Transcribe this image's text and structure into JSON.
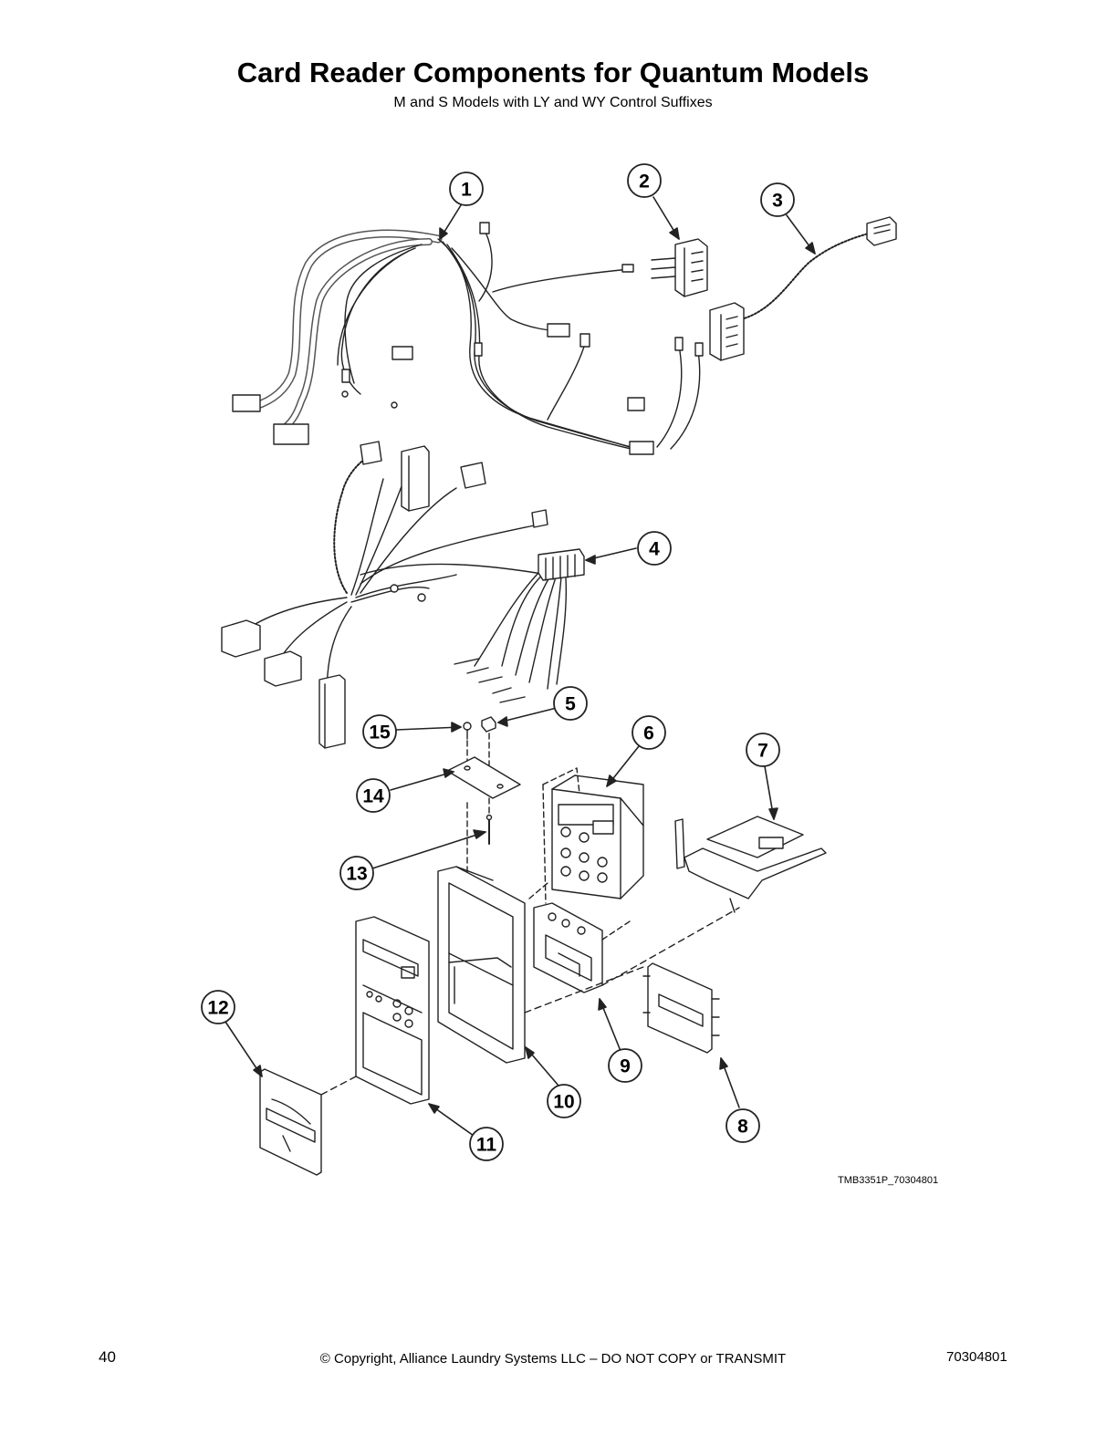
{
  "header": {
    "title": "Card Reader Components for Quantum Models",
    "subtitle": "M and S Models with LY and WY Control Suffixes"
  },
  "callouts": [
    "1",
    "2",
    "3",
    "4",
    "5",
    "6",
    "7",
    "8",
    "9",
    "10",
    "11",
    "12",
    "13",
    "14",
    "15"
  ],
  "drawing_id": "TMB3351P_70304801",
  "footer": {
    "page_number": "40",
    "copyright": "© Copyright, Alliance Laundry Systems LLC – DO NOT COPY or TRANSMIT",
    "document_number": "70304801"
  }
}
